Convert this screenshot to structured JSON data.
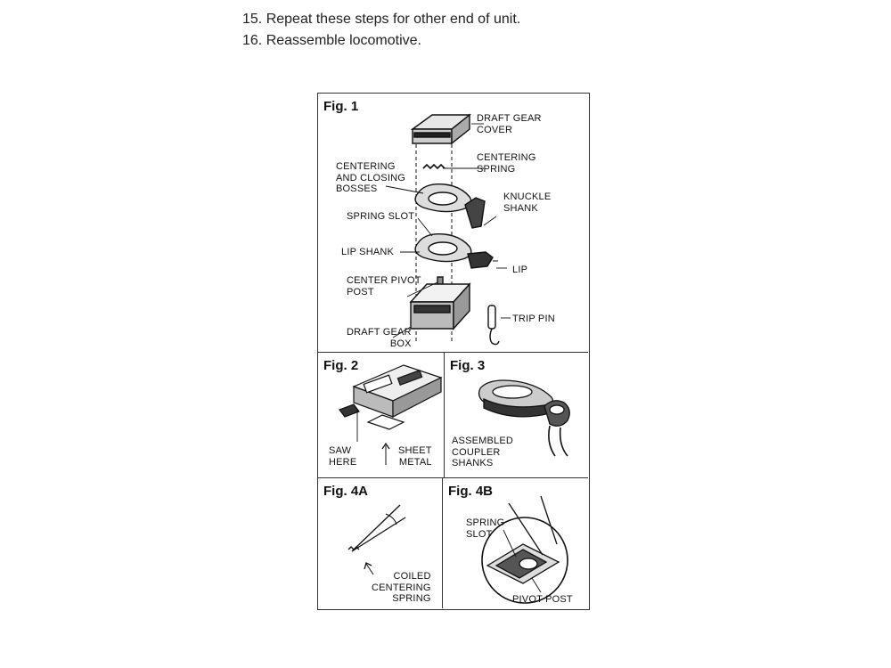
{
  "steps": [
    "15. Repeat these steps for other end of unit.",
    "16. Reassemble locomotive."
  ],
  "figures": {
    "fig1": {
      "title": "Fig. 1",
      "labels": {
        "draft_gear_cover": "DRAFT GEAR\nCOVER",
        "centering_spring": "CENTERING\nSPRING",
        "centering_closing_bosses": "CENTERING\nAND CLOSING\nBOSSES",
        "knuckle_shank": "KNUCKLE\nSHANK",
        "spring_slot": "SPRING SLOT",
        "lip_shank": "LIP SHANK",
        "lip": "LIP",
        "center_pivot_post": "CENTER PIVOT\nPOST",
        "trip_pin": "TRIP PIN",
        "draft_gear_box": "DRAFT GEAR\nBOX"
      }
    },
    "fig2": {
      "title": "Fig. 2",
      "labels": {
        "saw_here": "SAW\nHERE",
        "sheet_metal": "SHEET\nMETAL"
      }
    },
    "fig3": {
      "title": "Fig. 3",
      "labels": {
        "assembled_coupler_shanks": "ASSEMBLED\nCOUPLER\nSHANKS"
      }
    },
    "fig4a": {
      "title": "Fig. 4A",
      "labels": {
        "coiled_centering_spring": "COILED\nCENTERING\nSPRING"
      }
    },
    "fig4b": {
      "title": "Fig. 4B",
      "labels": {
        "spring_slot": "SPRING\nSLOT",
        "pivot_post": "PIVOT POST"
      }
    }
  }
}
